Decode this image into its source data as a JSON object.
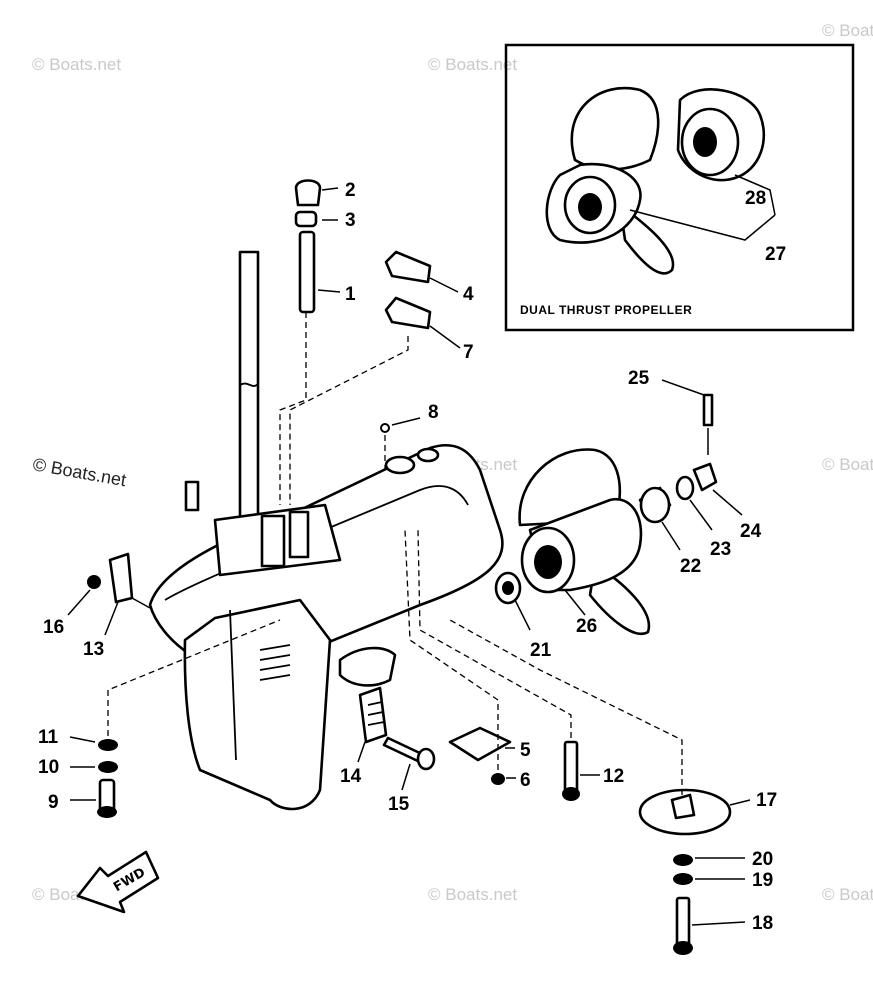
{
  "watermark": "© Boats.net",
  "inset": {
    "caption": "DUAL THRUST PROPELLER"
  },
  "fwd_label": "FWD",
  "callouts": {
    "n1": "1",
    "n2": "2",
    "n3": "3",
    "n4": "4",
    "n5": "5",
    "n6": "6",
    "n7": "7",
    "n8": "8",
    "n9": "9",
    "n10": "10",
    "n11": "11",
    "n12": "12",
    "n13": "13",
    "n14": "14",
    "n15": "15",
    "n16": "16",
    "n17": "17",
    "n18": "18",
    "n19": "19",
    "n20": "20",
    "n21": "21",
    "n22": "22",
    "n23": "23",
    "n24": "24",
    "n25": "25",
    "n26": "26",
    "n27": "27",
    "n28": "28"
  }
}
